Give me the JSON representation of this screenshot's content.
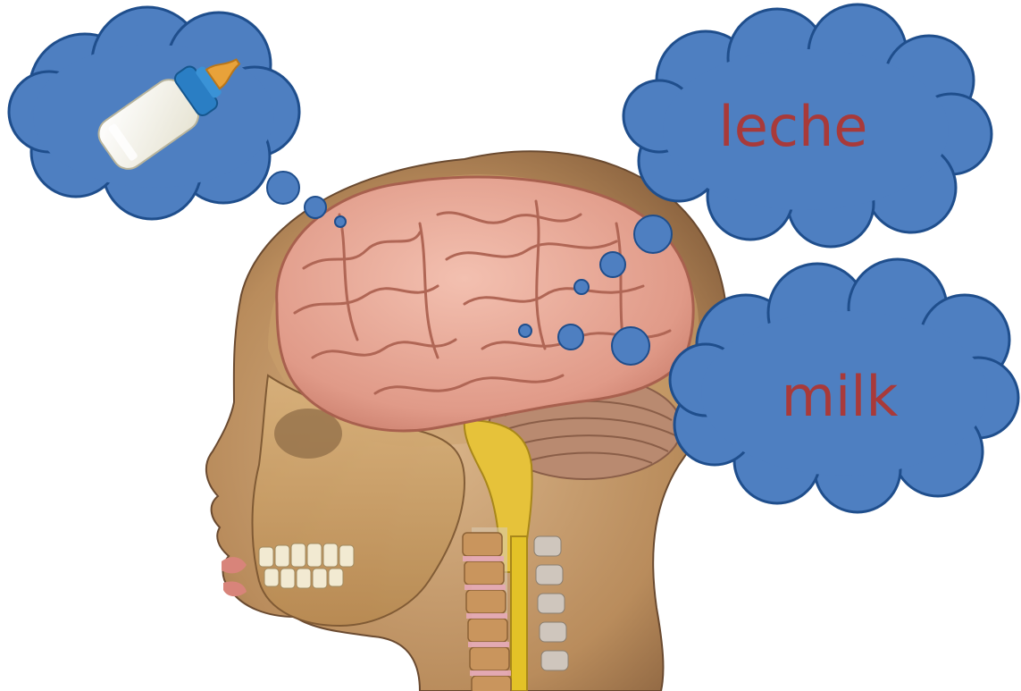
{
  "thoughts": {
    "word_spanish": "leche",
    "word_english": "milk"
  },
  "icons": {
    "head": "head-cross-section-illustration",
    "brain": "brain-icon",
    "bottle": "baby-bottle-icon"
  },
  "colors": {
    "cloud_fill": "#4e7fc1",
    "cloud_stroke": "#1f4e8c",
    "word_color": "#a83a3a",
    "brain_fill": "#e8a595",
    "skin": "#c59a6a",
    "spine": "#e3c227",
    "bottle_cap": "#2a7ec4",
    "nipple": "#e8a23a"
  }
}
